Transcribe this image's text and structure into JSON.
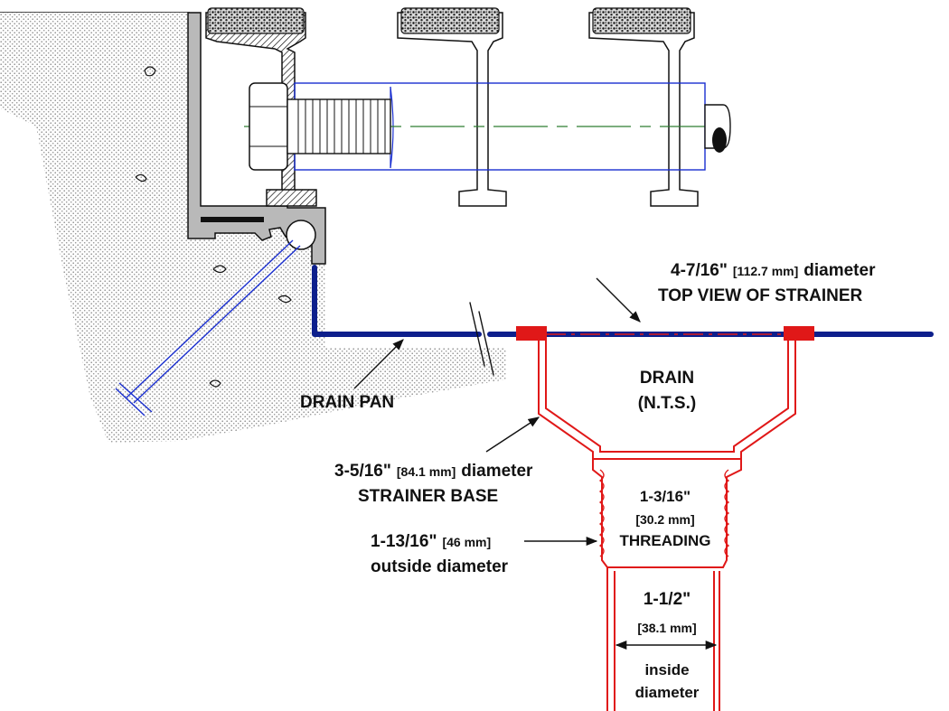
{
  "labels": {
    "top_view_diameter": "4-7/16\"",
    "top_view_metric": "[112.7 mm]",
    "top_view_word": "diameter",
    "top_view_caption": "TOP VIEW OF STRAINER",
    "drain_title": "DRAIN",
    "drain_nts": "(N.T.S.)",
    "drain_pan": "DRAIN PAN",
    "strainer_base_diameter": "3-5/16\"",
    "strainer_base_metric": "[84.1 mm]",
    "strainer_base_word": "diameter",
    "strainer_base_caption": "STRAINER BASE",
    "threading_size": "1-3/16\"",
    "threading_metric": "[30.2 mm]",
    "threading_caption": "THREADING",
    "outside_diameter_size": "1-13/16\"",
    "outside_diameter_metric": "[46 mm]",
    "outside_diameter_caption": "outside diameter",
    "inside_diameter_size": "1-1/2\"",
    "inside_diameter_metric": "[38.1 mm]",
    "inside_diameter_caption_1": "inside",
    "inside_diameter_caption_2": "diameter"
  },
  "colors": {
    "drain": "#e01818",
    "drain_pan": "#0d1f8c",
    "rod": "#1a2fd0",
    "aluminum": "#b9b9b9",
    "concrete_dots": "#8a8a8a",
    "ink": "#111111",
    "centerline": "#2e7d32"
  }
}
